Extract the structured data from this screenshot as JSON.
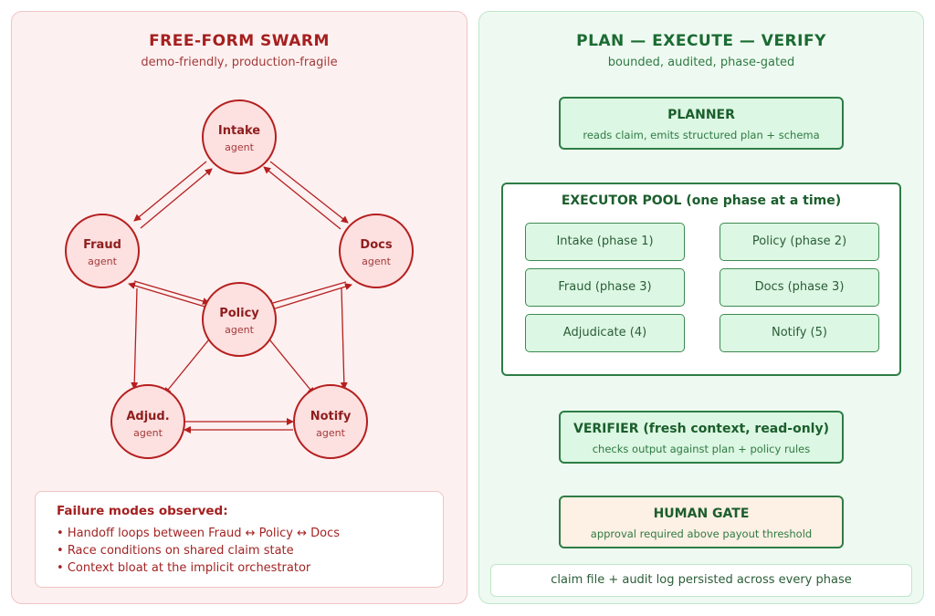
{
  "left_panel": {
    "title": "FREE-FORM SWARM",
    "subtitle": "demo-friendly, production-fragile",
    "nodes": [
      {
        "name": "Intake",
        "sub": "agent"
      },
      {
        "name": "Fraud",
        "sub": "agent"
      },
      {
        "name": "Docs",
        "sub": "agent"
      },
      {
        "name": "Policy",
        "sub": "agent"
      },
      {
        "name": "Adjud.",
        "sub": "agent"
      },
      {
        "name": "Notify",
        "sub": "agent"
      }
    ],
    "failure_modes": {
      "title": "Failure modes observed:",
      "items": [
        "Handoff loops between Fraud ↔ Policy ↔ Docs",
        "Race conditions on shared claim state",
        "Context bloat at the implicit orchestrator"
      ]
    }
  },
  "right_panel": {
    "title": "PLAN — EXECUTE — VERIFY",
    "subtitle": "bounded, audited, phase-gated",
    "planner": {
      "title": "PLANNER",
      "sub": "reads claim, emits structured plan + schema"
    },
    "executor_pool": {
      "title": "EXECUTOR POOL (one phase at a time)",
      "phases": [
        "Intake (phase 1)",
        "Policy (phase 2)",
        "Fraud (phase 3)",
        "Docs (phase 3)",
        "Adjudicate (4)",
        "Notify (5)"
      ]
    },
    "verifier": {
      "title": "VERIFIER (fresh context, read-only)",
      "sub": "checks output against plan + policy rules"
    },
    "human_gate": {
      "title": "HUMAN GATE",
      "sub": "approval required above payout threshold"
    },
    "footer": "claim file + audit log persisted across every phase"
  },
  "colors": {
    "swarm_accent": "#a51f1f",
    "swarm_node_fill": "#fde0e0",
    "pev_accent": "#2e7d45",
    "pev_box_fill": "#dcf7e3",
    "human_gate_fill": "#fdf0e4"
  }
}
